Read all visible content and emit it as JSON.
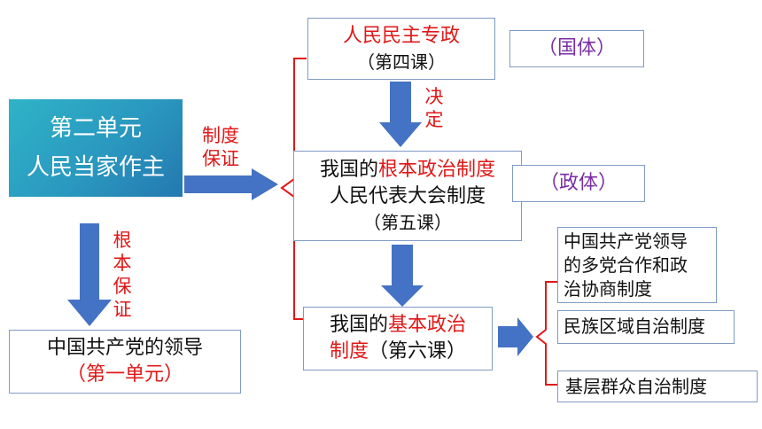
{
  "colors": {
    "arrow": "#4472c4",
    "bracket": "#e01818",
    "border": "#7f9bc4",
    "red_text": "#e01818",
    "purple_text": "#7a2ea6",
    "teal_box": "#2aa6c2"
  },
  "unit2": {
    "line1": "第二单元",
    "line2": "人民当家作主"
  },
  "label_zhidu_baozheng": {
    "line1": "制度",
    "line2": "保证"
  },
  "label_genben_baozheng": {
    "c1": "根",
    "c2": "本",
    "c3": "保",
    "c4": "证"
  },
  "party": {
    "line1": "中国共产党的领导",
    "line2": "（第一单元）"
  },
  "dictatorship": {
    "line1": "人民民主专政",
    "line2": "（第四课）"
  },
  "guoti": "（国体）",
  "label_jueding": {
    "c1": "决",
    "c2": "定"
  },
  "fundamental": {
    "prefix": "我国的",
    "highlight": "根本政治制度",
    "line2": "人民代表大会制度",
    "line3": "（第五课）"
  },
  "zhengti": "（政体）",
  "basic": {
    "prefix": "我国的",
    "highlight1": "基本政治",
    "highlight2": "制度",
    "suffix": "（第六课）"
  },
  "systems": {
    "cpc_line1": "中国共产党领导",
    "cpc_line2": "的多党合作和政",
    "cpc_line3": "治协商制度",
    "ethnic": "民族区域自治制度",
    "grassroots": "基层群众自治制度"
  }
}
